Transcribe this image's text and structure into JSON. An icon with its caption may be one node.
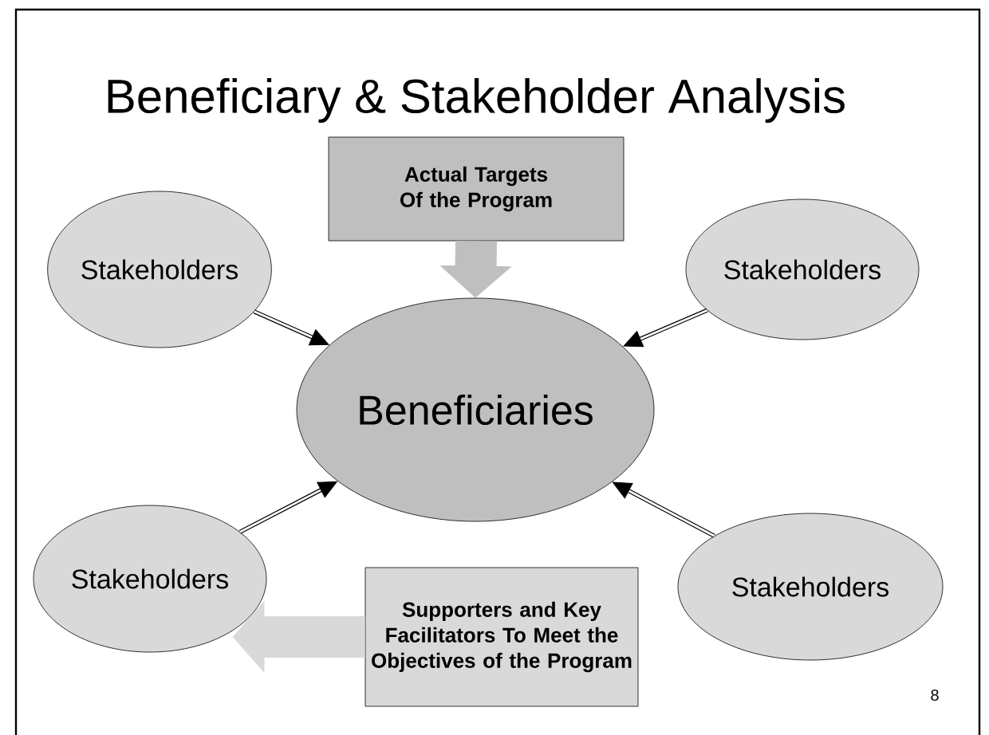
{
  "diagram": {
    "title": "Beneficiary & Stakeholder Analysis",
    "nodes": [
      {
        "text": [
          "Beneficiaries"
        ]
      },
      {
        "text": [
          "Stakeholders"
        ]
      },
      {
        "text": [
          "Stakeholders"
        ]
      },
      {
        "text": [
          "Stakeholders"
        ]
      },
      {
        "text": [
          "Stakeholders"
        ]
      },
      {
        "text": [
          "Actual Targets Of the Program"
        ]
      },
      {
        "text": [
          "Supporters and Key Facilitators To Meet the Objectives of the Program"
        ]
      }
    ],
    "edges": [
      {
        "from": 1,
        "to": 0,
        "arrow": "to"
      },
      {
        "from": 2,
        "to": 0,
        "arrow": "to"
      },
      {
        "from": 3,
        "to": 0,
        "arrow": "to"
      },
      {
        "from": 4,
        "to": 0,
        "arrow": "to"
      },
      {
        "from": 5,
        "to": 0,
        "arrow": "to",
        "style": "thick",
        "color": "#bfbfbf"
      },
      {
        "from": 6,
        "to": 3,
        "arrow": "to",
        "style": "thick",
        "color": "#d9d9d9"
      }
    ],
    "labels": [
      "8"
    ]
  }
}
